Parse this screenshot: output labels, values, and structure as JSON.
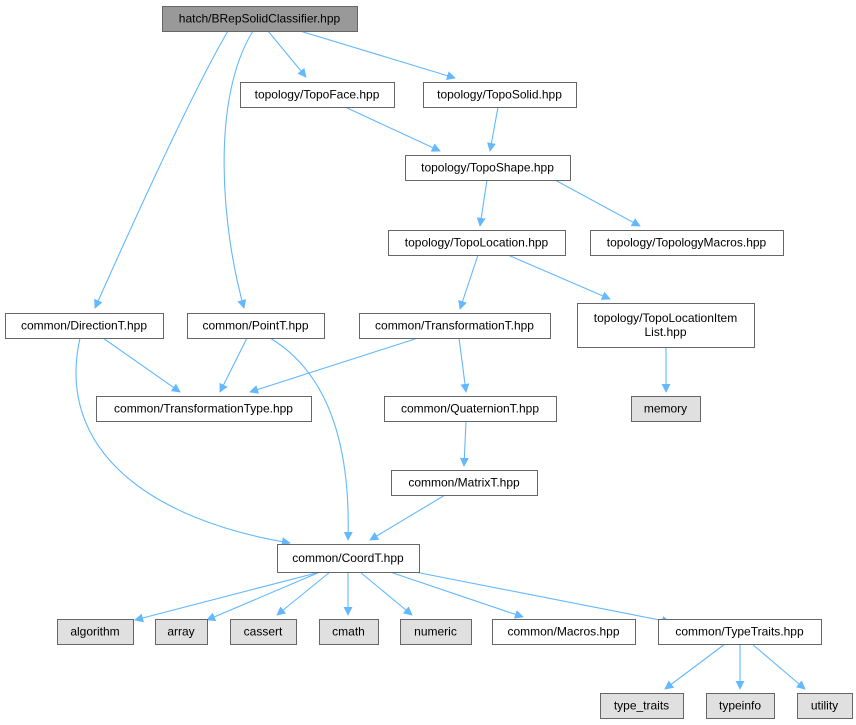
{
  "colors": {
    "edge": "#63b8ff",
    "box_default_fill": "#ffffff",
    "box_root_fill": "#999999",
    "box_system_fill": "#e0e0e0",
    "box_border": "#666666"
  },
  "nodes": [
    {
      "id": "root",
      "style": "root",
      "lines": [
        "hatch/BRepSolidClassifier.hpp"
      ]
    },
    {
      "id": "topoface",
      "style": "default",
      "lines": [
        "topology/TopoFace.hpp"
      ]
    },
    {
      "id": "toposolid",
      "style": "default",
      "lines": [
        "topology/TopoSolid.hpp"
      ]
    },
    {
      "id": "toposhape",
      "style": "default",
      "lines": [
        "topology/TopoShape.hpp"
      ]
    },
    {
      "id": "topolocation",
      "style": "default",
      "lines": [
        "topology/TopoLocation.hpp"
      ]
    },
    {
      "id": "topologymacros",
      "style": "default",
      "lines": [
        "topology/TopologyMacros.hpp"
      ]
    },
    {
      "id": "directiont",
      "style": "default",
      "lines": [
        "common/DirectionT.hpp"
      ]
    },
    {
      "id": "pointt",
      "style": "default",
      "lines": [
        "common/PointT.hpp"
      ]
    },
    {
      "id": "transformationt",
      "style": "default",
      "lines": [
        "common/TransformationT.hpp"
      ]
    },
    {
      "id": "topolocationitemlist",
      "style": "default",
      "lines": [
        "topology/TopoLocationItem",
        "List.hpp"
      ]
    },
    {
      "id": "transformationtype",
      "style": "default",
      "lines": [
        "common/TransformationType.hpp"
      ]
    },
    {
      "id": "quaterniont",
      "style": "default",
      "lines": [
        "common/QuaternionT.hpp"
      ]
    },
    {
      "id": "memory",
      "style": "system",
      "lines": [
        "memory"
      ]
    },
    {
      "id": "matrixt",
      "style": "default",
      "lines": [
        "common/MatrixT.hpp"
      ]
    },
    {
      "id": "coordt",
      "style": "default",
      "lines": [
        "common/CoordT.hpp"
      ]
    },
    {
      "id": "algorithm",
      "style": "system",
      "lines": [
        "algorithm"
      ]
    },
    {
      "id": "array",
      "style": "system",
      "lines": [
        "array"
      ]
    },
    {
      "id": "cassert",
      "style": "system",
      "lines": [
        "cassert"
      ]
    },
    {
      "id": "cmath",
      "style": "system",
      "lines": [
        "cmath"
      ]
    },
    {
      "id": "numeric",
      "style": "system",
      "lines": [
        "numeric"
      ]
    },
    {
      "id": "macros",
      "style": "default",
      "lines": [
        "common/Macros.hpp"
      ]
    },
    {
      "id": "typetraits",
      "style": "default",
      "lines": [
        "common/TypeTraits.hpp"
      ]
    },
    {
      "id": "type_traits",
      "style": "system",
      "lines": [
        "type_traits"
      ]
    },
    {
      "id": "typeinfo",
      "style": "system",
      "lines": [
        "typeinfo"
      ]
    },
    {
      "id": "utility",
      "style": "system",
      "lines": [
        "utility"
      ]
    }
  ],
  "edges": [
    [
      "root",
      "topoface"
    ],
    [
      "root",
      "toposolid"
    ],
    [
      "root",
      "directiont"
    ],
    [
      "root",
      "pointt"
    ],
    [
      "topoface",
      "toposhape"
    ],
    [
      "toposolid",
      "toposhape"
    ],
    [
      "toposhape",
      "topolocation"
    ],
    [
      "toposhape",
      "topologymacros"
    ],
    [
      "topolocation",
      "transformationt"
    ],
    [
      "topolocation",
      "topolocationitemlist"
    ],
    [
      "topolocationitemlist",
      "memory"
    ],
    [
      "directiont",
      "transformationtype"
    ],
    [
      "directiont",
      "coordt"
    ],
    [
      "pointt",
      "transformationtype"
    ],
    [
      "pointt",
      "coordt"
    ],
    [
      "transformationt",
      "transformationtype"
    ],
    [
      "transformationt",
      "quaterniont"
    ],
    [
      "quaterniont",
      "matrixt"
    ],
    [
      "matrixt",
      "coordt"
    ],
    [
      "coordt",
      "algorithm"
    ],
    [
      "coordt",
      "array"
    ],
    [
      "coordt",
      "cassert"
    ],
    [
      "coordt",
      "cmath"
    ],
    [
      "coordt",
      "numeric"
    ],
    [
      "coordt",
      "macros"
    ],
    [
      "coordt",
      "typetraits"
    ],
    [
      "typetraits",
      "type_traits"
    ],
    [
      "typetraits",
      "typeinfo"
    ],
    [
      "typetraits",
      "utility"
    ]
  ]
}
